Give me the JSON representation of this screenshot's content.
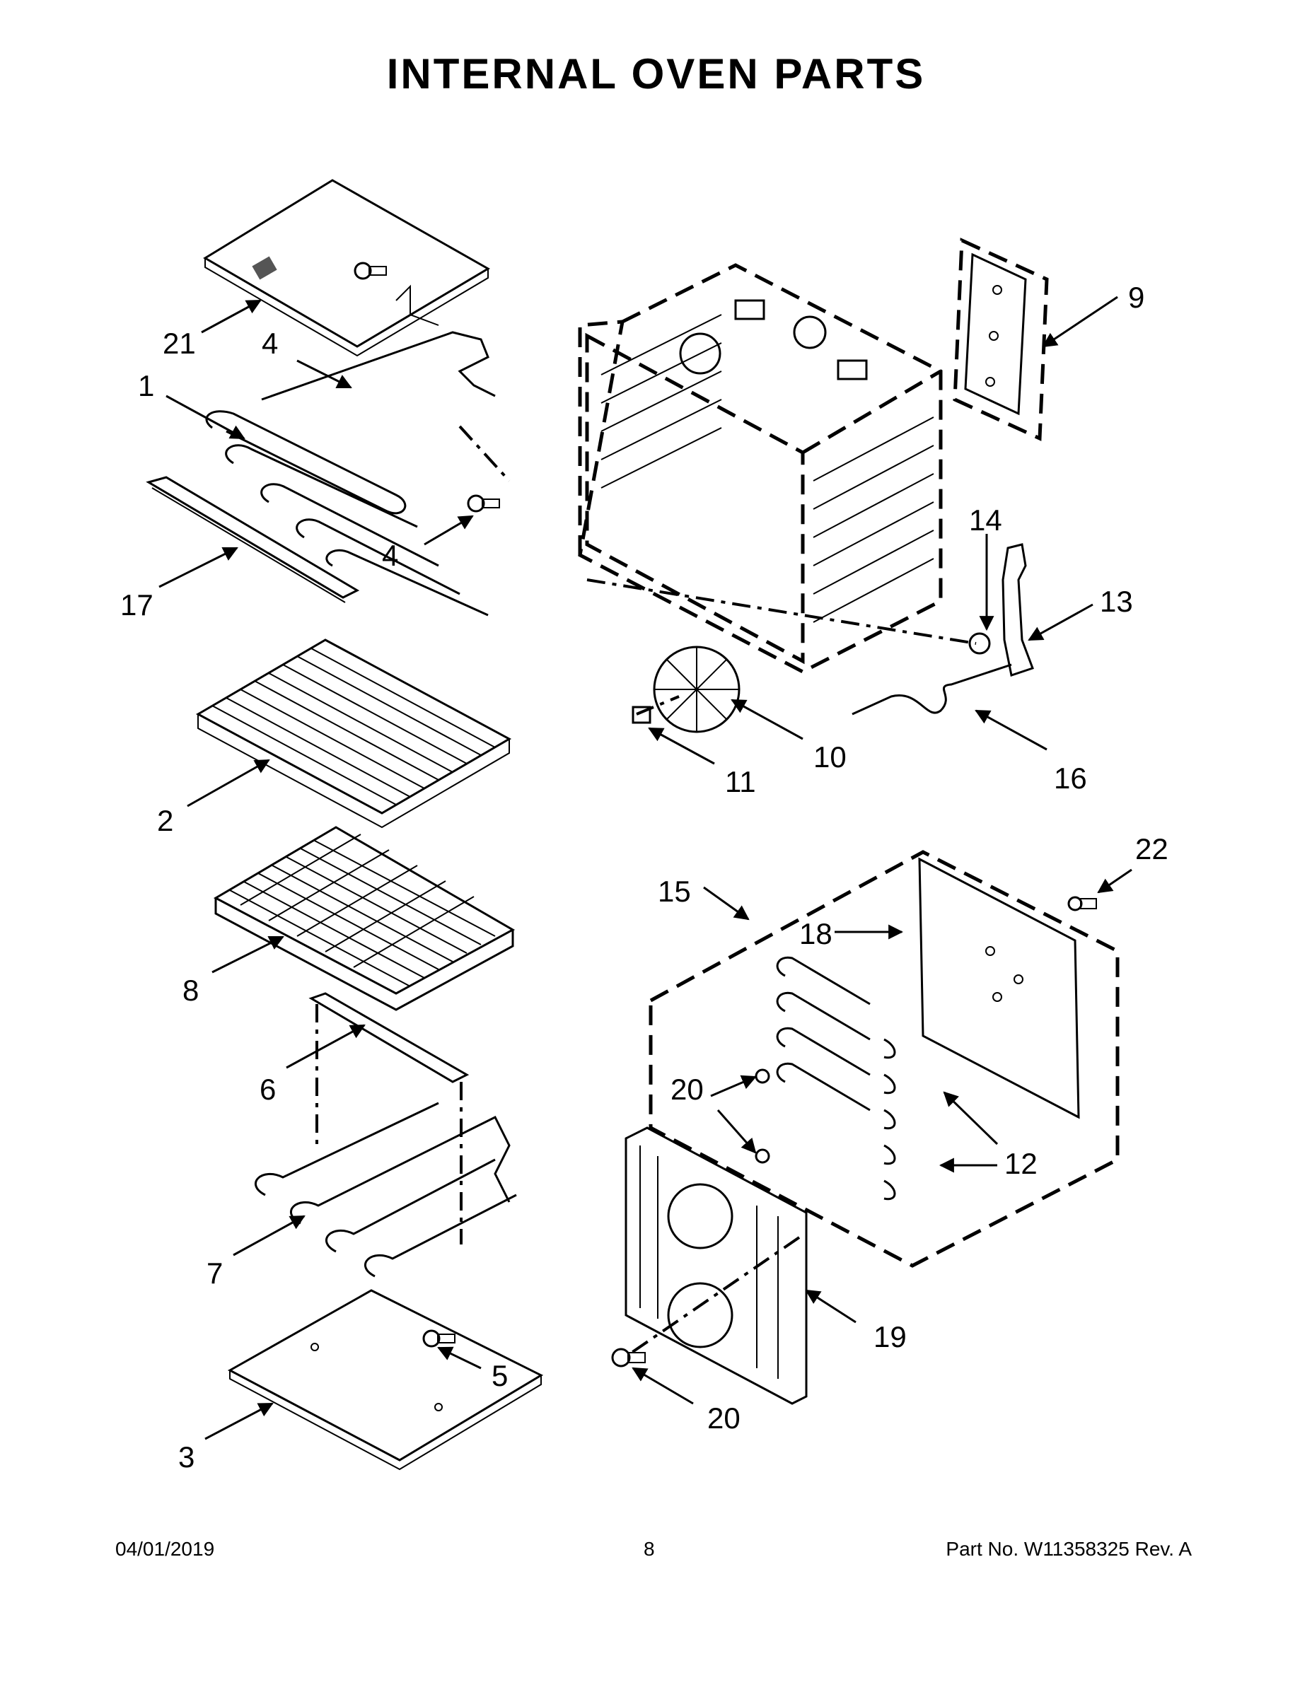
{
  "title": "INTERNAL OVEN PARTS",
  "footer": {
    "date": "04/01/2019",
    "page": "8",
    "part_number": "Part No.  W11358325  Rev.  A"
  },
  "callouts": {
    "c1": "1",
    "c2": "2",
    "c3": "3",
    "c4a": "4",
    "c4b": "4",
    "c5": "5",
    "c6": "6",
    "c7": "7",
    "c8": "8",
    "c9": "9",
    "c10": "10",
    "c11": "11",
    "c12": "12",
    "c13": "13",
    "c14": "14",
    "c15": "15",
    "c16": "16",
    "c17": "17",
    "c18": "18",
    "c19": "19",
    "c20a": "20",
    "c20b": "20",
    "c21": "21",
    "c22": "22"
  }
}
